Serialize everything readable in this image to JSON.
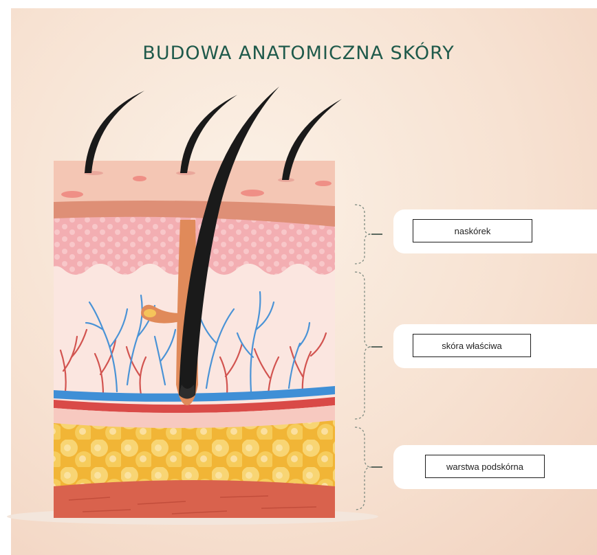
{
  "title": "BUDOWA ANATOMICZNA SKÓRY",
  "labels": {
    "epidermis": "naskórek",
    "dermis": "skóra właściwa",
    "hypodermis": "warstwa podskórna"
  },
  "colors": {
    "title": "#1f5a4b",
    "epidermis": "#f6b9bb",
    "fat": "#f4c24a",
    "vein": "#3f8fd6",
    "artery": "#d94a47",
    "hair": "#1a1a1a",
    "muscle": "#d9624d"
  }
}
